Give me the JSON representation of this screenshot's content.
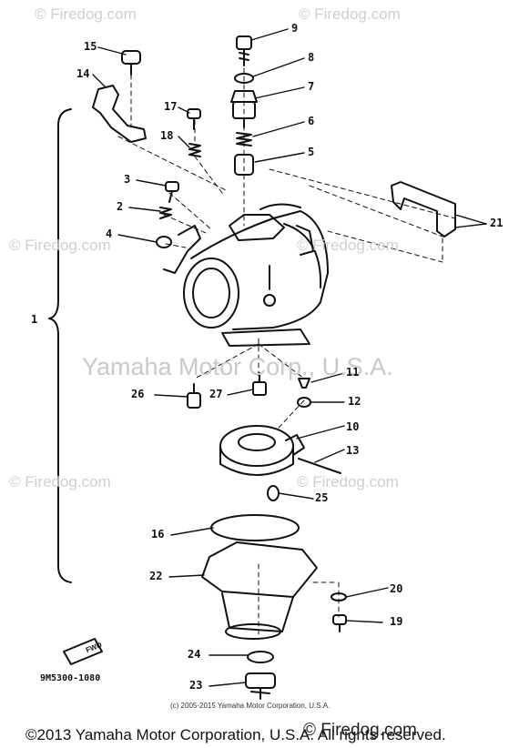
{
  "watermarks": {
    "firedog": "© Firedog.com",
    "yamaha": "Yamaha Motor Corp., U.S.A."
  },
  "callouts": [
    "1",
    "2",
    "3",
    "4",
    "5",
    "6",
    "7",
    "8",
    "9",
    "10",
    "11",
    "12",
    "13",
    "14",
    "15",
    "16",
    "17",
    "18",
    "19",
    "20",
    "21",
    "22",
    "23",
    "24",
    "25",
    "26",
    "27"
  ],
  "diagram_code": "9M5300-1080",
  "fwd_label": "FWD",
  "small_copyright": "(c) 2005-2015 Yamaha Motor Corporation, U.S.A.",
  "footer": "©2013 Yamaha Motor Corporation, U.S.A. All rights reserved.",
  "footer_overlay": "© Firedog.com"
}
